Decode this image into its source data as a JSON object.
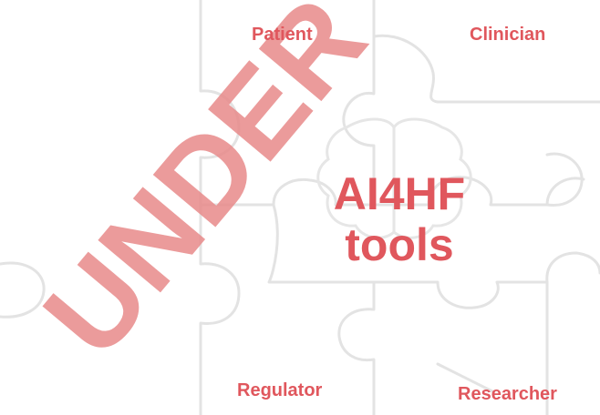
{
  "diagram": {
    "watermark": "UNDER",
    "center": {
      "line1": "AI4HF",
      "line2": "tools"
    },
    "quadrants": {
      "top_left": "Patient",
      "top_right": "Clinician",
      "bottom_left": "Regulator",
      "bottom_right": "Researcher"
    },
    "colors": {
      "accent": "#e0575d",
      "watermark": "#e88a8a",
      "puzzle_lines": "#e3e3e3"
    },
    "icons": [
      "puzzle-pieces",
      "brain-icon"
    ]
  }
}
